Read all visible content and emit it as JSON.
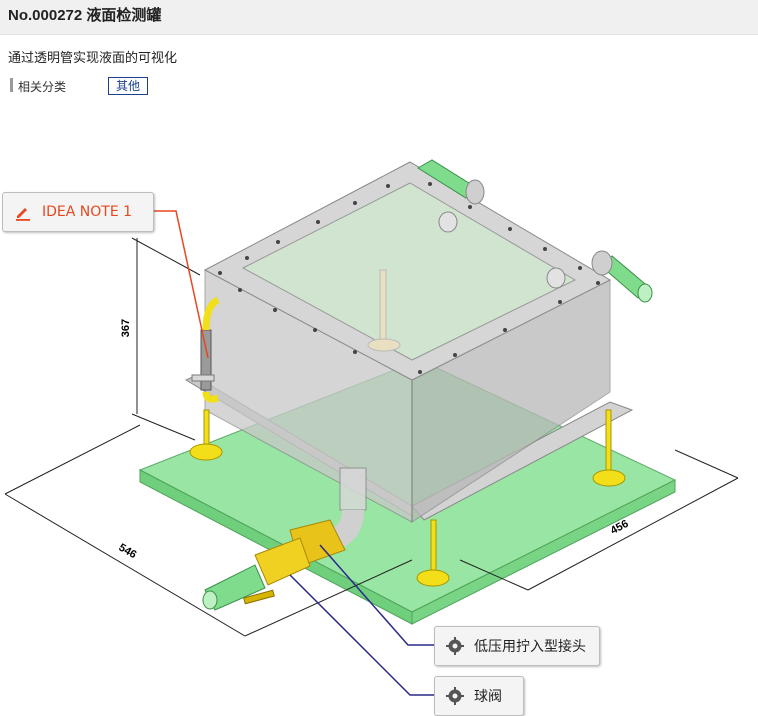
{
  "header": {
    "title": "No.000272 液面检测罐"
  },
  "description": "通过透明管实现液面的可视化",
  "category": {
    "label": "相关分类",
    "tag": "其他"
  },
  "drawing": {
    "dim_height": "367",
    "dim_length": "546",
    "dim_width": "456"
  },
  "callouts": {
    "idea_note": "IDEA NOTE 1",
    "part_fitting": "低压用拧入型接头",
    "part_valve": "球阀"
  },
  "colors": {
    "accent_orange": "#e8471f",
    "leader_purple": "#2a2a8c",
    "base_green": "#8fe39a",
    "fitting_yellow": "#f2df1a"
  }
}
